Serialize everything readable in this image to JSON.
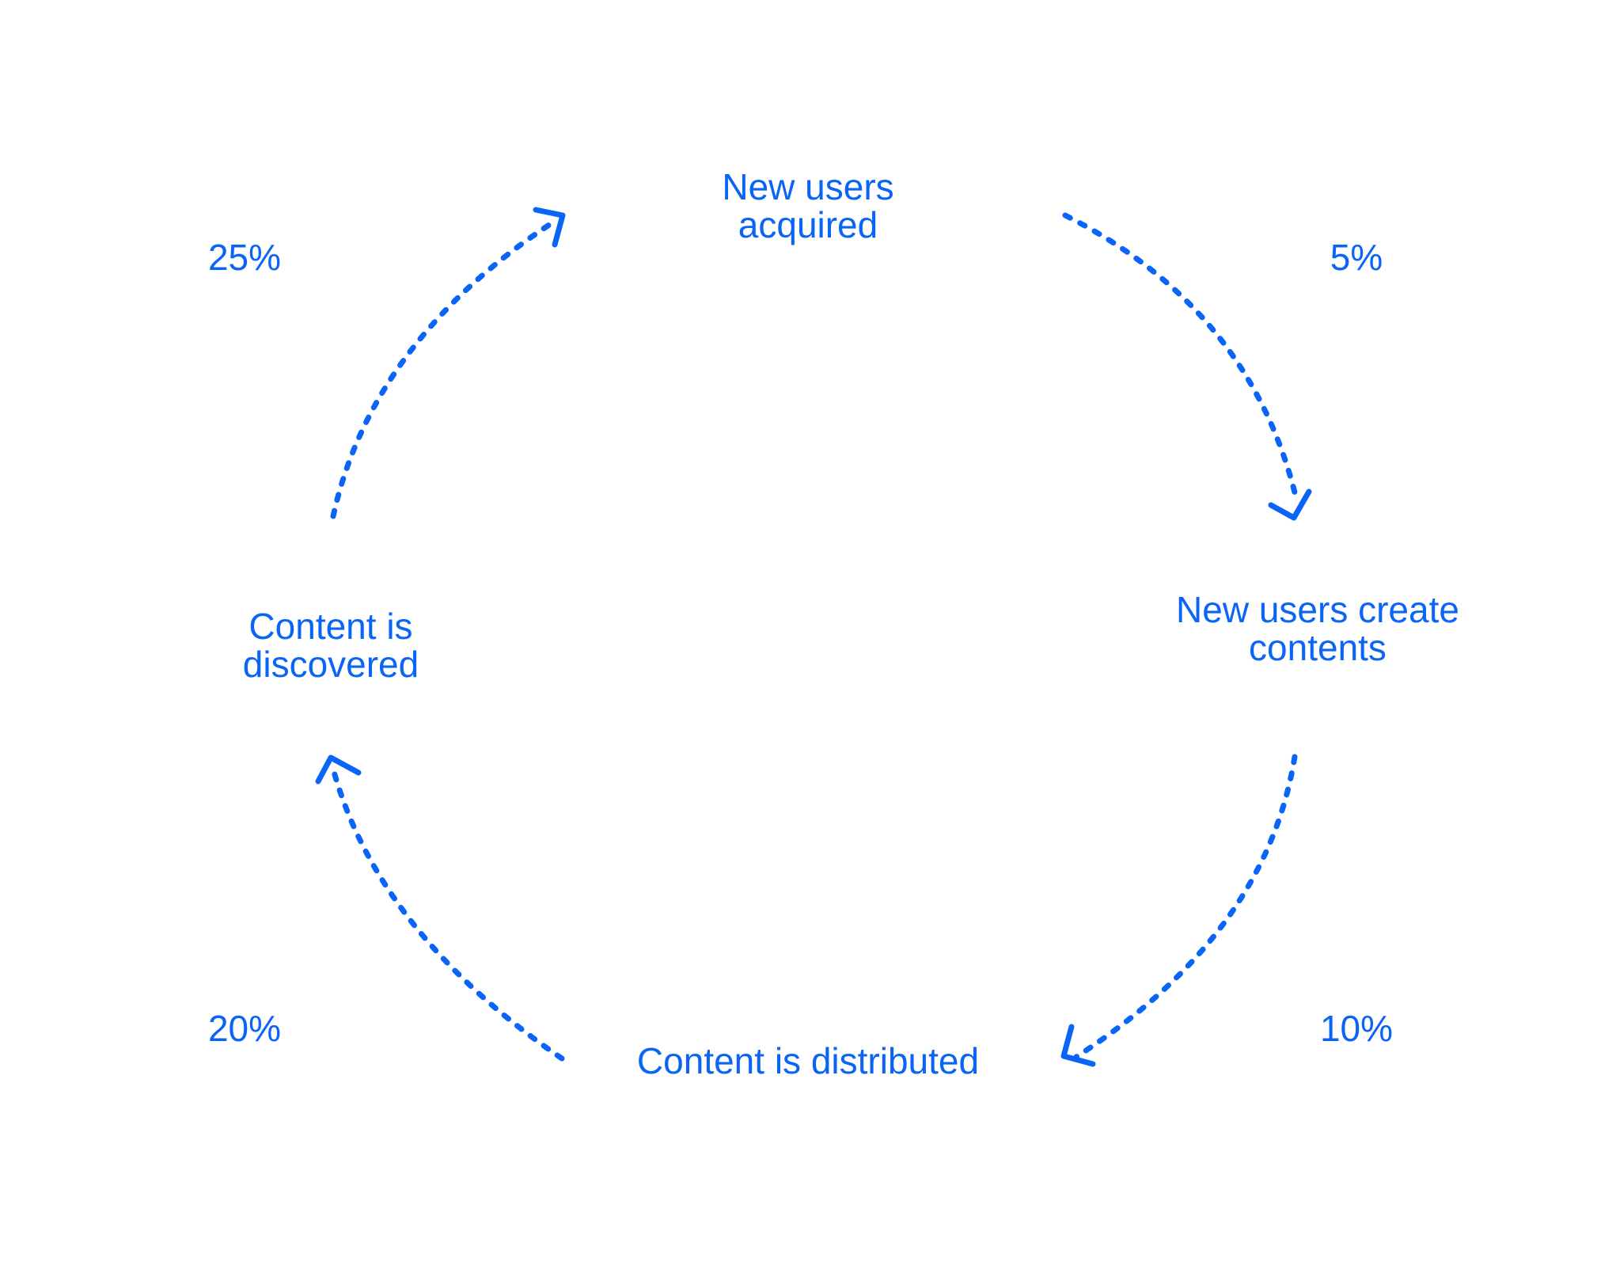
{
  "accent_color": "#0a64f5",
  "nodes": {
    "top": {
      "line1": "New users",
      "line2": "acquired"
    },
    "right": {
      "line1": "New users create",
      "line2": "contents"
    },
    "bottom": {
      "line1": "Content is distributed"
    },
    "left": {
      "line1": "Content is",
      "line2": "discovered"
    }
  },
  "percentages": {
    "top_right": "5%",
    "bottom_right": "10%",
    "bottom_left": "20%",
    "top_left": "25%"
  }
}
